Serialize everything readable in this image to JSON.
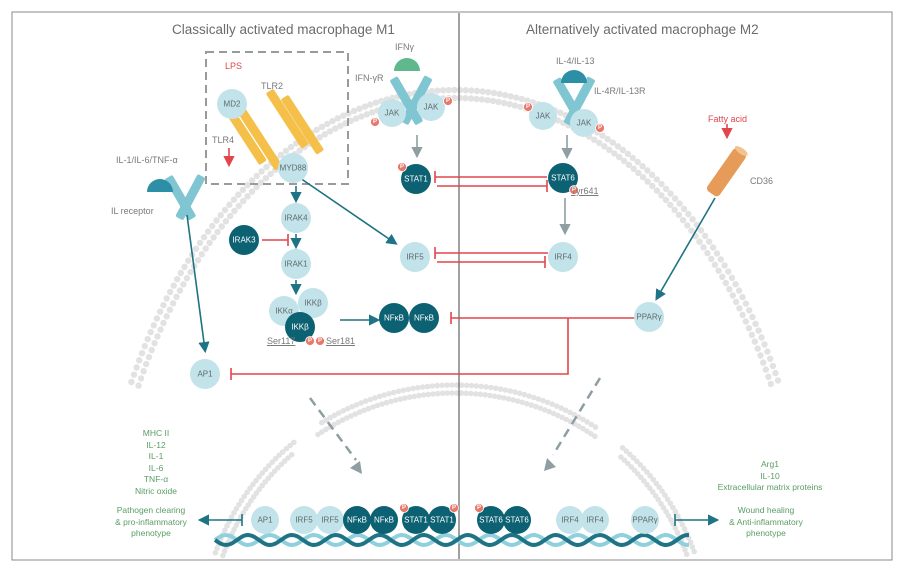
{
  "titles": {
    "m1": "Classically activated macrophage M1",
    "m2": "Alternatively activated macrophage M2"
  },
  "receptors": {
    "lps": "LPS",
    "md2": "MD2",
    "tlr2": "TLR2",
    "tlr4": "TLR4",
    "myd88": "MYD88",
    "ifng": "IFNγ",
    "ifngr": "IFN-γR",
    "il4": "IL-4/IL-13",
    "il4r": "IL-4R/IL-13R",
    "il1": "IL-1/IL-6/TNF-α",
    "ilreceptor": "IL receptor",
    "fatty_acid": "Fatty acid",
    "cd36": "CD36"
  },
  "nodes": {
    "jak": "JAK",
    "stat1": "STAT1",
    "stat6": "STAT6",
    "tyr641": "Tyr641",
    "irak4": "IRAK4",
    "irak3": "IRAK3",
    "irak1": "IRAK1",
    "ikka": "IKKα",
    "ikkb": "IKKβ",
    "ser117": "Ser117",
    "ser181": "Ser181",
    "irf5": "IRF5",
    "irf4": "IRF4",
    "nfkb": "NFκB",
    "ppar": "PPARγ",
    "ap1": "AP1",
    "p": "P"
  },
  "nucleus": {
    "ap1": "AP1",
    "irf5a": "IRF5",
    "irf5b": "IRF5",
    "nfkb_a": "NFκB",
    "nfkb_b": "NFκB",
    "stat1_a": "STAT1",
    "stat1_b": "STAT1",
    "stat6_a": "STAT6",
    "stat6_b": "STAT6",
    "irf4_a": "IRF4",
    "irf4_b": "IRF4",
    "ppar": "PPARγ"
  },
  "outputs": {
    "m1_list": [
      "MHC II",
      "IL-12",
      "IL-1",
      "IL-6",
      "TNF-α",
      "Nitric oxide"
    ],
    "m1_pheno": [
      "Pathogen clearing",
      "& pro-inflammatory",
      "phenotype"
    ],
    "m2_list": [
      "Arg1",
      "IL-10",
      "Extracellular matrix proteins"
    ],
    "m2_pheno": [
      "Wound healing",
      "& Anti-inflammatory",
      "phenotype"
    ]
  },
  "colors": {
    "light_node": "#c2e3ea",
    "dark_node": "#0c6272",
    "receptor": "#7fc6d2",
    "tlr": "#f5c04a",
    "cd36": "#e79b58",
    "activation": "#1e7384",
    "inhibition": "#e0464b",
    "phospho": "#e8786b",
    "green_text": "#5a9d63",
    "membrane": "#dcdcdc"
  }
}
